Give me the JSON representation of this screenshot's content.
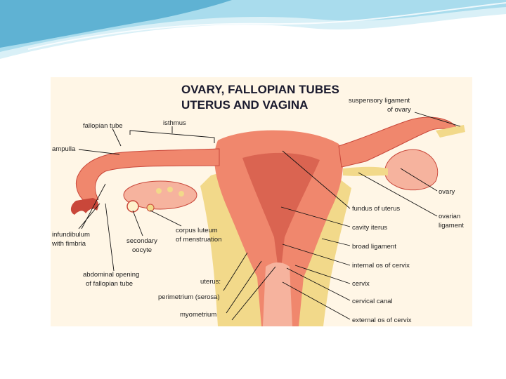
{
  "slide": {
    "colors": {
      "wave_dark": "#5fb2d3",
      "wave_light": "#a9dced",
      "wave_pale": "#d9f0f7"
    }
  },
  "diagram": {
    "title_line1": "OVARY, FALLOPIAN TUBES",
    "title_line2": "UTERUS AND VAGINA",
    "colors": {
      "tissue": "#f0876d",
      "tissue_dark": "#c9473a",
      "tissue_light": "#f6b39e",
      "ligament": "#f2d98a",
      "background": "#fff6e6"
    },
    "labels": {
      "suspensory_1": "suspensory ligament",
      "suspensory_2": "of ovary",
      "fallopian_tube": "fallopian tube",
      "isthmus": "isthmus",
      "ampulla": "ampulla",
      "ovary": "ovary",
      "ovarian_lig_1": "ovarian",
      "ovarian_lig_2": "ligament",
      "fundus": "fundus of uterus",
      "cavity": "cavity iterus",
      "broad": "broad ligament",
      "internal_os": "internal os of cervix",
      "cervix": "cervix",
      "cervical_canal": "cervical canal",
      "external_os": "external os of cervix",
      "infund_1": "infundibulum",
      "infund_2": "with fimbria",
      "secondary_1": "secondary",
      "secondary_2": "oocyte",
      "corpus_1": "corpus luteum",
      "corpus_2": "of menstruation",
      "abdominal_1": "abdominal opening",
      "abdominal_2": "of fallopian tube",
      "uterus": "uterus:",
      "perimetrium": "perimetrium (serosa)",
      "myometrium": "myometrium"
    }
  }
}
